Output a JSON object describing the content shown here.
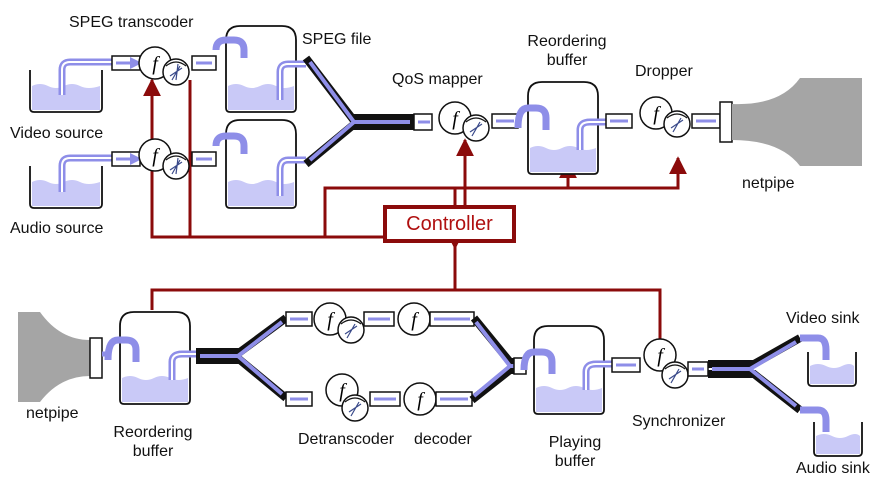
{
  "labels": {
    "speg_transcoder": "SPEG transcoder",
    "speg_file": "SPEG file",
    "video_source": "Video source",
    "audio_source": "Audio source",
    "qos_mapper": "QoS mapper",
    "reordering_buffer_top_1": "Reordering",
    "reordering_buffer_top_2": "buffer",
    "dropper": "Dropper",
    "netpipe_top": "netpipe",
    "controller": "Controller",
    "netpipe_bottom": "netpipe",
    "reordering_buffer_bottom_1": "Reordering",
    "reordering_buffer_bottom_2": "buffer",
    "detranscoder": "Detranscoder",
    "decoder": "decoder",
    "playing_buffer_1": "Playing",
    "playing_buffer_2": "buffer",
    "synchronizer": "Synchronizer",
    "video_sink": "Video sink",
    "audio_sink": "Audio sink"
  },
  "icons": {
    "function": "f",
    "pump": "pump-icon"
  },
  "colors": {
    "control_line": "#8b0b0b",
    "controller_text": "#b01010",
    "liquid": "#c9c9f7",
    "flow_arrow": "#8e8ee8",
    "pipe": "#111111",
    "netpipe": "#a5a5a5"
  }
}
